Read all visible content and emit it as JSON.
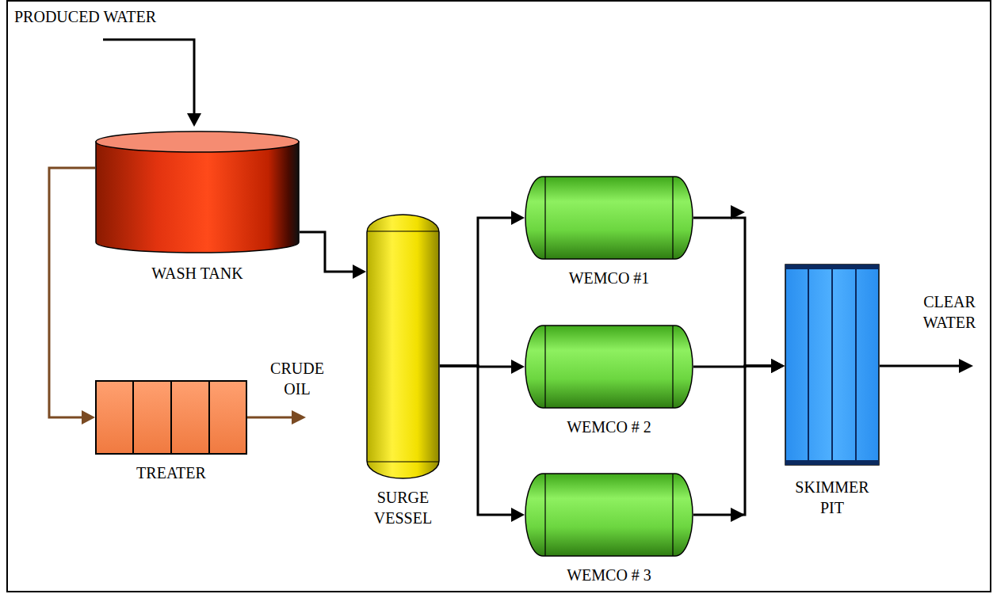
{
  "diagram": {
    "nodes": [
      {
        "text": [
          "WASH TANK"
        ]
      },
      {
        "text": [
          "TREATER"
        ]
      },
      {
        "text": [
          "SURGE VESSEL"
        ]
      },
      {
        "text": [
          "WEMCO #1"
        ]
      },
      {
        "text": [
          "WEMCO # 2"
        ]
      },
      {
        "text": [
          "WEMCO # 3"
        ]
      },
      {
        "text": [
          "SKIMMER PIT"
        ]
      }
    ],
    "edges": [
      {
        "from": 0,
        "to": 1,
        "arrow": "to"
      },
      {
        "from": 0,
        "to": 2,
        "arrow": "to"
      },
      {
        "from": 2,
        "to": 3,
        "arrow": "to"
      },
      {
        "from": 2,
        "to": 4,
        "arrow": "to"
      },
      {
        "from": 2,
        "to": 5,
        "arrow": "to"
      },
      {
        "from": 3,
        "to": 6,
        "arrow": "to"
      },
      {
        "from": 4,
        "to": 6,
        "arrow": "to"
      },
      {
        "from": 5,
        "to": 6,
        "arrow": "to"
      }
    ],
    "labels": [
      "PRODUCED WATER",
      "CRUDE OIL",
      "CLEAR WATER"
    ]
  }
}
